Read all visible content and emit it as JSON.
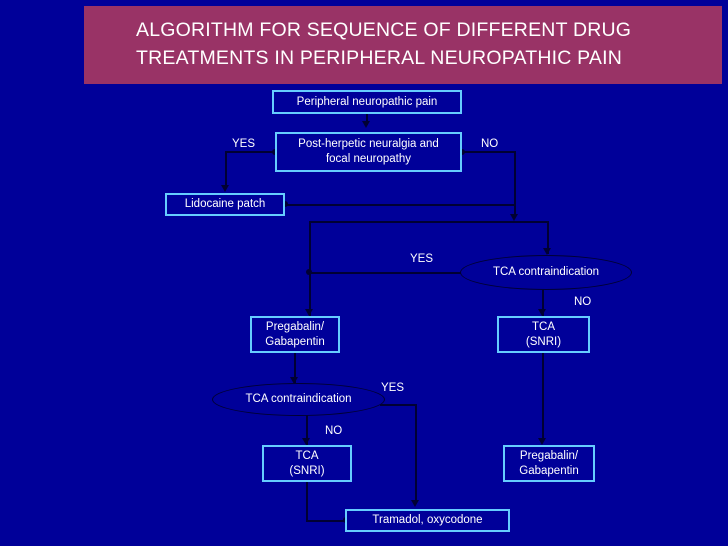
{
  "slide": {
    "background_color": "#000099",
    "title_banner_color": "#993366",
    "node_border_color": "#66ccff",
    "connector_color": "#000033",
    "text_color": "#ffffff"
  },
  "title": {
    "text": "ALGORITHM FOR SEQUENCE OF DIFFERENT DRUG\nTREATMENTS IN PERIPHERAL NEUROPATHIC PAIN"
  },
  "nodes": {
    "peripheral_neuropathic_pain": "Peripheral neuropathic pain",
    "post_herpetic": "Post-herpetic neuralgia and\nfocal neuropathy",
    "lidocaine_patch": "Lidocaine patch",
    "tca_contraindication_1": "TCA contraindication",
    "pregabalin_gabapentin_left": "Pregabalin/\nGabapentin",
    "tca_snri_right": "TCA\n(SNRI)",
    "tca_contraindication_2": "TCA contraindication",
    "tca_snri_bottom": "TCA\n(SNRI)",
    "pregabalin_gabapentin_right": "Pregabalin/\nGabapentin",
    "tramadol_oxycodone": "Tramadol, oxycodone"
  },
  "branch_labels": {
    "yes_top_left": "YES",
    "no_top_right": "NO",
    "yes_mid": "YES",
    "no_mid_right": "NO",
    "yes_lower": "YES",
    "no_lower": "NO"
  }
}
